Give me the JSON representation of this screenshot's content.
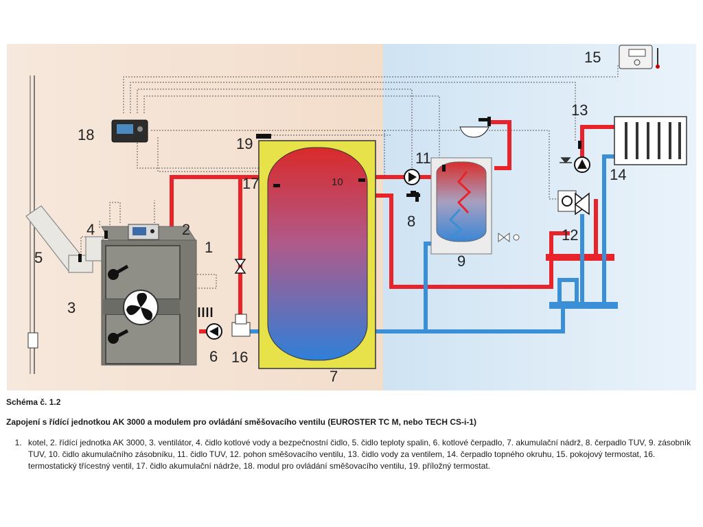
{
  "diagram": {
    "labels": {
      "n1": "1",
      "n2": "2",
      "n3": "3",
      "n4": "4",
      "n5": "5",
      "n6": "6",
      "n7": "7",
      "n8": "8",
      "n9": "9",
      "n10": "10",
      "n11": "11",
      "n12": "12",
      "n13": "13",
      "n14": "14",
      "n15": "15",
      "n16": "16",
      "n17": "17",
      "n18": "18",
      "n19": "19"
    },
    "colors": {
      "hot_pipe": "#e8232a",
      "cold_pipe": "#3a8fd6",
      "boiler_body": "#7a7a72",
      "tank_outline": "#e8e24a",
      "left_background": "#f5e4d6",
      "right_background": "#d4e6f4"
    }
  },
  "caption": {
    "heading": "Schéma č. 1.2",
    "title": "Zapojení s řídící jednotkou AK 3000 a modulem pro ovládání směšovacího ventilu (EUROSTER TC M, nebo TECH CS-i-1)",
    "legend": "kotel, 2. řídící jednotka AK 3000, 3. ventilátor, 4. čidlo kotlové vody a bezpečnostní čidlo, 5. čidlo teploty spalin, 6. kotlové čerpadlo, 7. akumulační nádrž, 8. čerpadlo TUV, 9. zásobník TUV, 10. čidlo akumulačního zásobníku, 11. čidlo TUV, 12. pohon směšovacího ventilu, 13. čidlo vody za ventilem, 14. čerpadlo topného okruhu, 15. pokojový termostat, 16. termostatický třícestný ventil, 17. čidlo akumulační nádrže, 18. modul pro ovládání směšovacího ventilu, 19. příložný termostat."
  }
}
